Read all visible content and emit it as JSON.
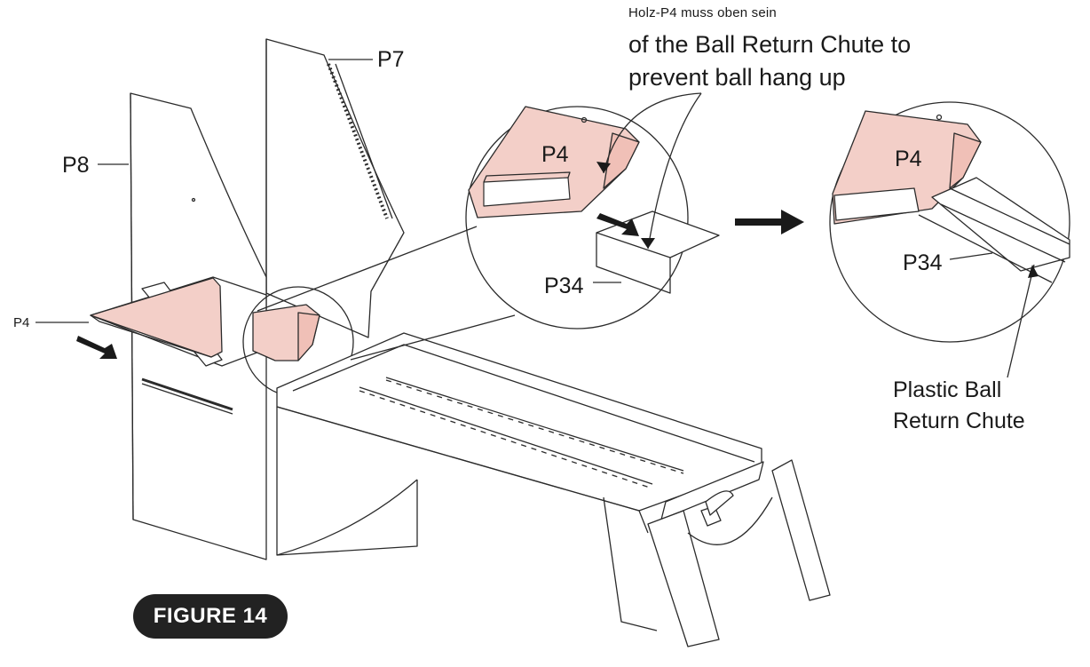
{
  "figure": {
    "label": "FIGURE 14"
  },
  "notes": {
    "german": "Holz-P4  muss  oben  sein",
    "line1": "of the Ball Return Chute to",
    "line2": "prevent ball hang up"
  },
  "parts": {
    "p7": "P7",
    "p8": "P8",
    "p4_main": "P4",
    "p4_zoom1": "P4",
    "p4_zoom2": "P4",
    "p34_zoom1": "P34",
    "p34_zoom2": "P34"
  },
  "chute_label": {
    "line1": "Plastic Ball",
    "line2": "Return Chute"
  },
  "colors": {
    "highlight": "#f3cfc8",
    "line": "#2b2b2b",
    "badge": "#222222"
  }
}
